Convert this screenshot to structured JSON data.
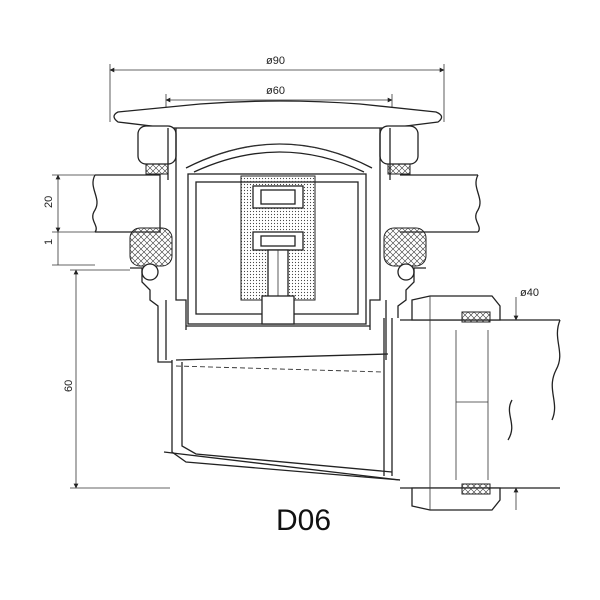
{
  "drawing": {
    "code": "D06",
    "dimensions": {
      "outer_diameter": "ø90",
      "inner_diameter": "ø60",
      "outlet_diameter": "ø40",
      "thickness": "20",
      "gap": "1",
      "depth": "60"
    }
  }
}
